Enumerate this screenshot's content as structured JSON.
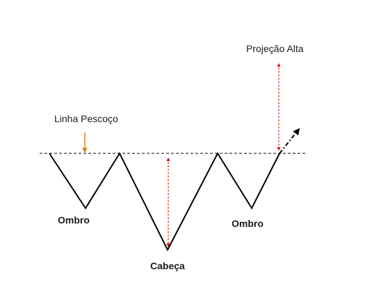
{
  "labels": {
    "neckline": "Linha Pescoço",
    "projection": "Projeção Alta",
    "left_shoulder": "Ombro",
    "head": "Cabeça",
    "right_shoulder": "Ombro"
  },
  "colors": {
    "pattern_line": "#000000",
    "neckline": "#000000",
    "neckline_pointer": "#e07c1a",
    "measure_arrows": "#e00000"
  }
}
